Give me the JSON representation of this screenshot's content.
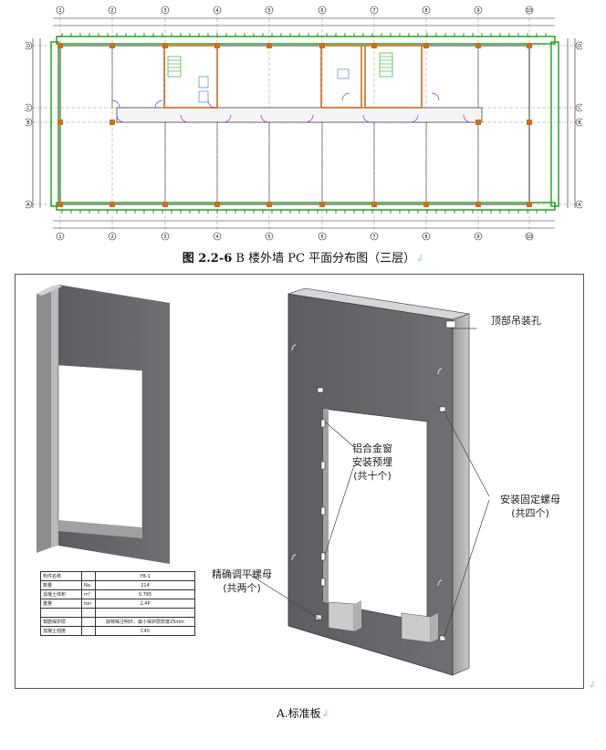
{
  "floor_plan": {
    "grid_top": [
      "1",
      "2",
      "3",
      "4",
      "5",
      "6",
      "7",
      "8",
      "9",
      "10"
    ],
    "grid_side": [
      "A",
      "B",
      "C",
      "D"
    ]
  },
  "figure_caption": {
    "number": "图 2.2-6",
    "text": " B 楼外墙 PC 平面分布图（三层）",
    "return_mark": "↲"
  },
  "panel_callouts": {
    "top_hole": "顶部吊装孔",
    "window_embed_1": "铝合金窗",
    "window_embed_2": "安装预埋",
    "window_embed_3": "(共十个)",
    "fix_nut_1": "安装固定螺母",
    "fix_nut_2": "(共四个)",
    "level_nut_1": "精确调平螺母",
    "level_nut_2": "(共两个)"
  },
  "info_table": {
    "rows": [
      {
        "label": "构件名称",
        "unit": "",
        "value": "YB-1"
      },
      {
        "label": "数量",
        "unit": "No.",
        "value": "214"
      },
      {
        "label": "混凝土体积",
        "unit": "m³",
        "value": "0.795"
      },
      {
        "label": "重量",
        "unit": "ton",
        "value": "2.4P"
      },
      {
        "label": "",
        "unit": "",
        "value": ""
      },
      {
        "label": "钢筋保护层",
        "unit": "",
        "value": "除特殊注明外，最小保护层厚度25mm"
      },
      {
        "label": "混凝土强度",
        "unit": "",
        "value": "C40"
      }
    ]
  },
  "sub_caption": "A.标准板",
  "sub_return_mark": "↲",
  "corner_return_mark": "↲"
}
